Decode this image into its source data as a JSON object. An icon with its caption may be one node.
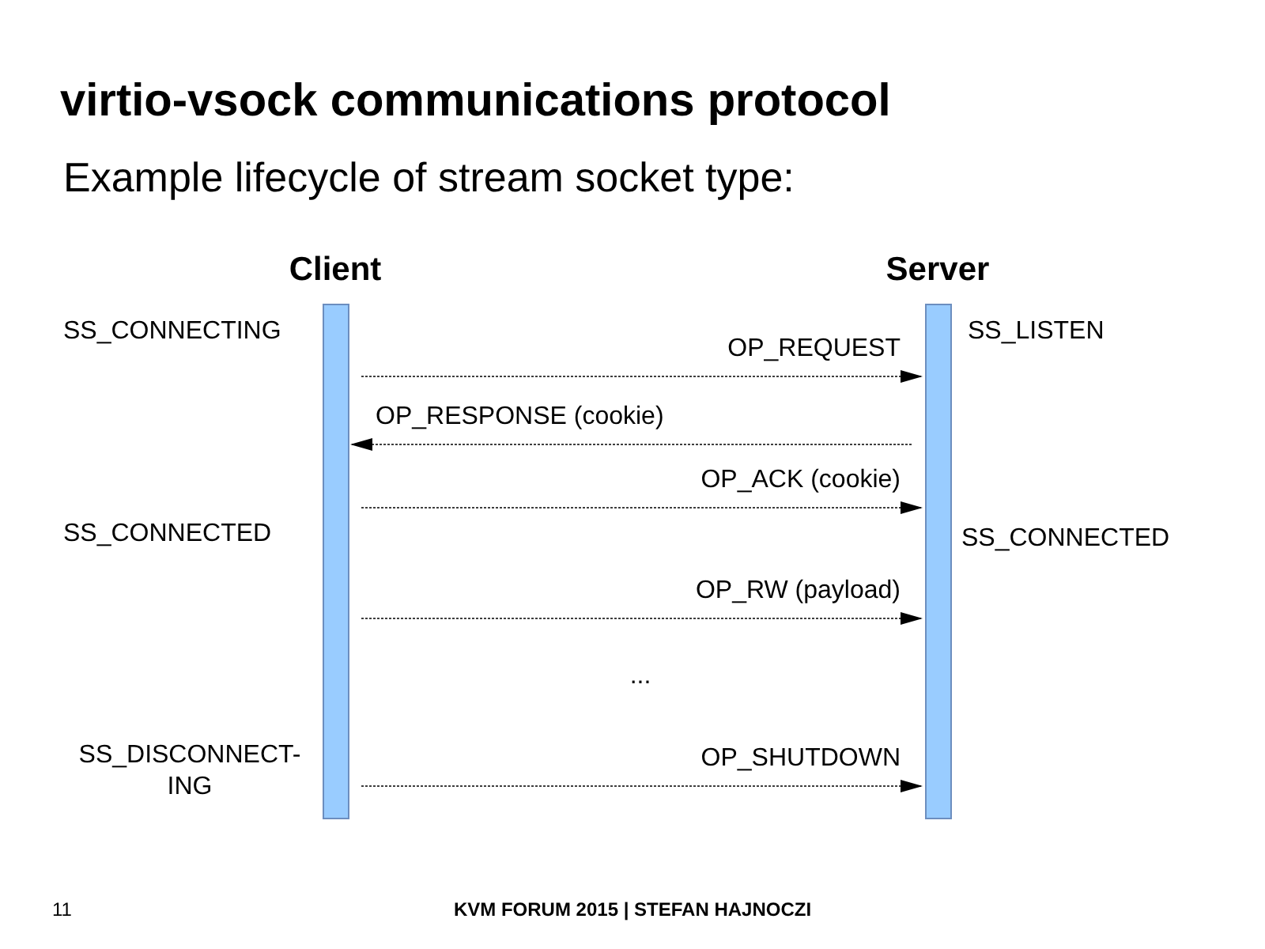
{
  "diagram": {
    "title": "virtio-vsock communications protocol",
    "nodes": [
      {
        "text": [
          "Client"
        ]
      },
      {
        "text": [
          "Server"
        ]
      }
    ],
    "edges": [
      {
        "from": 0,
        "to": 1,
        "arrow": "to",
        "label": "OP_REQUEST"
      },
      {
        "from": 1,
        "to": 0,
        "arrow": "to",
        "label": "OP_RESPONSE (cookie)"
      },
      {
        "from": 0,
        "to": 1,
        "arrow": "to",
        "label": "OP_ACK (cookie)"
      },
      {
        "from": 0,
        "to": 1,
        "arrow": "to",
        "label": "OP_RW (payload)"
      },
      {
        "from": 0,
        "to": 1,
        "arrow": "to",
        "label": "OP_SHUTDOWN"
      }
    ],
    "labels": [
      "Example lifecycle of stream socket type:",
      "SS_CONNECTING",
      "SS_LISTEN",
      "SS_CONNECTED",
      "SS_CONNECTED",
      "...",
      "SS_DISCONNECT- ING",
      "11",
      "KVM FORUM 2015 | STEFAN HAJNOCZI"
    ]
  }
}
